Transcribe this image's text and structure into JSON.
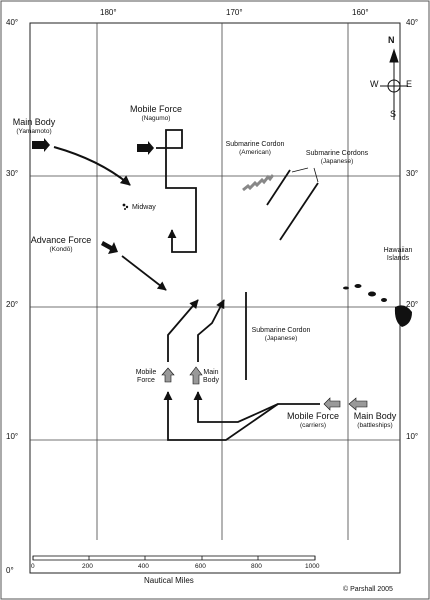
{
  "map": {
    "lon_ticks": [
      "180°",
      "170°",
      "160°"
    ],
    "lat_ticks": [
      "40°",
      "30°",
      "20°",
      "10°",
      "0°"
    ],
    "scale": {
      "title": "Nautical Miles",
      "labels": [
        "0",
        "200",
        "400",
        "600",
        "800",
        "1000"
      ]
    },
    "copyright": "© Parshall 2005",
    "compass": {
      "n": "N",
      "s": "S",
      "e": "E",
      "w": "W"
    },
    "labels": {
      "main_body_left": "Main Body",
      "main_body_left_sub": "(Yamamoto)",
      "mobile_force_top": "Mobile Force",
      "mobile_force_top_sub": "(Nagumo)",
      "midway": "Midway",
      "advance_force": "Advance Force",
      "advance_force_sub": "(Kondō)",
      "sub_cordon_american": "Submarine Cordon",
      "sub_cordon_american_sub": "(American)",
      "sub_cordons_japanese": "Submarine Cordons",
      "sub_cordons_japanese_sub": "(Japanese)",
      "sub_cordon_japanese": "Submarine Cordon",
      "sub_cordon_japanese_sub": "(Japanese)",
      "hawaiian_islands_1": "Hawaiian",
      "hawaiian_islands_2": "Islands",
      "mobile_force_small_1": "Mobile",
      "mobile_force_small_2": "Force",
      "main_body_small_1": "Main",
      "main_body_small_2": "Body",
      "mobile_force_carriers": "Mobile Force",
      "mobile_force_carriers_sub": "(carriers)",
      "main_body_battleships": "Main Body",
      "main_body_battleships_sub": "(battleships)"
    }
  }
}
